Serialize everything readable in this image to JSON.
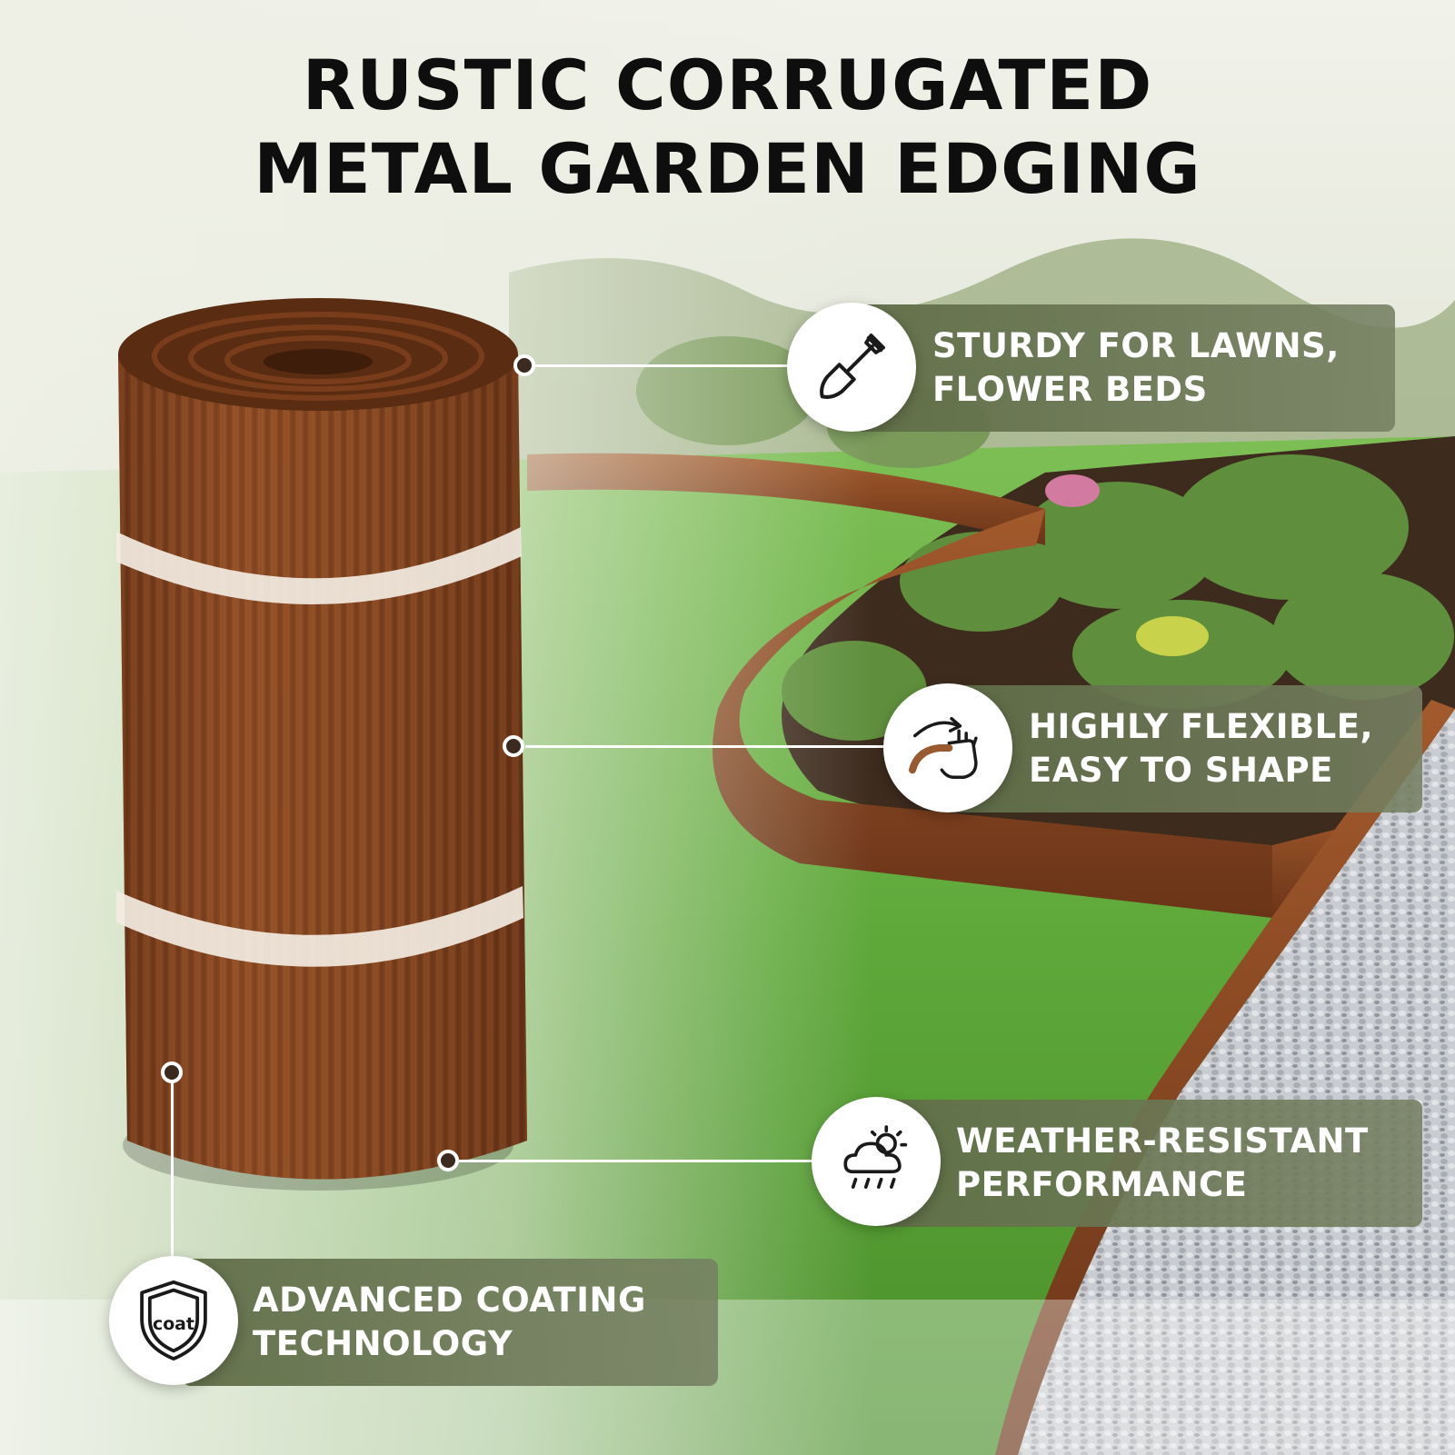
{
  "title": {
    "line1": "RUSTIC CORRUGATED",
    "line2": "METAL GARDEN EDGING"
  },
  "features": [
    {
      "line1": "STURDY FOR LAWNS,",
      "line2": "FLOWER BEDS",
      "icon": "shovel-icon"
    },
    {
      "line1": "HIGHLY FLEXIBLE,",
      "line2": "EASY TO SHAPE",
      "icon": "bend-hand-icon"
    },
    {
      "line1": "WEATHER-RESISTANT",
      "line2": "PERFORMANCE",
      "icon": "weather-icon"
    },
    {
      "line1": "ADVANCED COATING",
      "line2": "TECHNOLOGY",
      "icon": "shield-coat-icon"
    }
  ],
  "shield_label": "coat",
  "colors": {
    "badge": "#6b7a52",
    "rust": "#8a4a22",
    "grass": "#5ea83a"
  }
}
